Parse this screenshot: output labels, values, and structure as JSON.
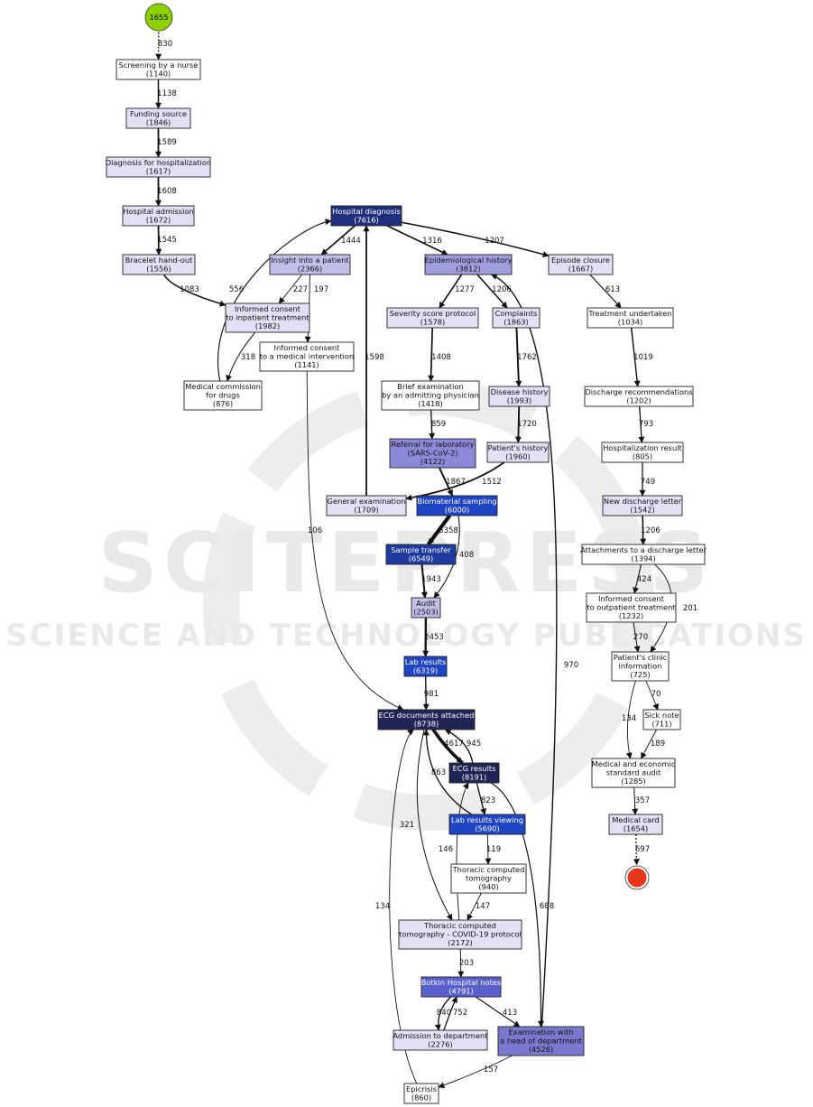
{
  "watermark": {
    "main": "SCITEPRESS",
    "sub": "SCIENCE AND TECHNOLOGY PUBLICATIONS"
  },
  "start_node": {
    "label": "1655",
    "color": "#8fd100"
  },
  "end_node": {
    "color": "#e8351e"
  },
  "nodes": [
    {
      "id": "screening",
      "lines": [
        "Screening by a nurse",
        "(1140)"
      ],
      "fill": "#ffffff",
      "text": "#111111"
    },
    {
      "id": "funding",
      "lines": [
        "Funding source",
        "(1846)"
      ],
      "fill": "#e2e0f4",
      "text": "#111111"
    },
    {
      "id": "diag-hosp",
      "lines": [
        "Diagnosis for hospitalization",
        "(1617)"
      ],
      "fill": "#e2e0f4",
      "text": "#111111"
    },
    {
      "id": "admission",
      "lines": [
        "Hospital admission",
        "(1672)"
      ],
      "fill": "#e2e0f4",
      "text": "#111111"
    },
    {
      "id": "bracelet",
      "lines": [
        "Bracelet hand-out",
        "(1556)"
      ],
      "fill": "#e2e0f4",
      "text": "#111111"
    },
    {
      "id": "hosp-diag",
      "lines": [
        "Hospital diagnosis",
        "(7616)"
      ],
      "fill": "#1f2f7d",
      "text": "#ffffff"
    },
    {
      "id": "insight",
      "lines": [
        "Insight into a patient",
        "(2366)"
      ],
      "fill": "#c2bfea",
      "text": "#111111"
    },
    {
      "id": "epid",
      "lines": [
        "Epidemiological history",
        "(3812)"
      ],
      "fill": "#a29fdf",
      "text": "#111111"
    },
    {
      "id": "episode",
      "lines": [
        "Episode closure",
        "(1667)"
      ],
      "fill": "#e2e0f4",
      "text": "#111111"
    },
    {
      "id": "consent-inp",
      "lines": [
        "Informed consent",
        "to inpatient treatment",
        "(1982)"
      ],
      "fill": "#e2e0f4",
      "text": "#111111"
    },
    {
      "id": "consent-med",
      "lines": [
        "Informed consent",
        "to a medical intervention",
        "(1141)"
      ],
      "fill": "#ffffff",
      "text": "#111111"
    },
    {
      "id": "med-comm",
      "lines": [
        "Medical commission",
        "for drugs",
        "(876)"
      ],
      "fill": "#ffffff",
      "text": "#111111"
    },
    {
      "id": "severity",
      "lines": [
        "Severity score protocol",
        "(1578)"
      ],
      "fill": "#e2e0f4",
      "text": "#111111"
    },
    {
      "id": "complaints",
      "lines": [
        "Complaints",
        "(1863)"
      ],
      "fill": "#e2e0f4",
      "text": "#111111"
    },
    {
      "id": "treatment",
      "lines": [
        "Treatment undertaken",
        "(1034)"
      ],
      "fill": "#ffffff",
      "text": "#111111"
    },
    {
      "id": "brief-exam",
      "lines": [
        "Brief examination",
        "by an admitting physician",
        "(1418)"
      ],
      "fill": "#ffffff",
      "text": "#111111"
    },
    {
      "id": "disease",
      "lines": [
        "Disease history",
        "(1993)"
      ],
      "fill": "#e2e0f4",
      "text": "#111111"
    },
    {
      "id": "discharge-rec",
      "lines": [
        "Discharge recommendations",
        "(1202)"
      ],
      "fill": "#ffffff",
      "text": "#111111"
    },
    {
      "id": "referral",
      "lines": [
        "Referral for laboratory",
        "(SARS-CoV-2)",
        "(4122)"
      ],
      "fill": "#8c89d8",
      "text": "#111111"
    },
    {
      "id": "patient-hist",
      "lines": [
        "Patient's history",
        "(1960)"
      ],
      "fill": "#e2e0f4",
      "text": "#111111"
    },
    {
      "id": "hosp-result",
      "lines": [
        "Hospitalization result",
        "(805)"
      ],
      "fill": "#ffffff",
      "text": "#111111"
    },
    {
      "id": "gen-exam",
      "lines": [
        "General examination",
        "(1709)"
      ],
      "fill": "#e2e0f4",
      "text": "#111111"
    },
    {
      "id": "biomat",
      "lines": [
        "Biomaterial sampling",
        "(6000)"
      ],
      "fill": "#1f44c6",
      "text": "#ffffff"
    },
    {
      "id": "new-disch",
      "lines": [
        "New discharge letter",
        "(1542)"
      ],
      "fill": "#e2e0f4",
      "text": "#111111"
    },
    {
      "id": "sample",
      "lines": [
        "Sample transfer",
        "(6549)"
      ],
      "fill": "#1f3a9e",
      "text": "#ffffff"
    },
    {
      "id": "attach",
      "lines": [
        "Attachments to a discharge letter",
        "(1394)"
      ],
      "fill": "#ffffff",
      "text": "#111111"
    },
    {
      "id": "consent-out",
      "lines": [
        "Informed consent",
        "to outpatient treatment",
        "(1232)"
      ],
      "fill": "#ffffff",
      "text": "#111111"
    },
    {
      "id": "audit",
      "lines": [
        "Audit",
        "(2503)"
      ],
      "fill": "#c2bfea",
      "text": "#111111"
    },
    {
      "id": "clinic-info",
      "lines": [
        "Patient's clinic",
        "information",
        "(725)"
      ],
      "fill": "#ffffff",
      "text": "#111111"
    },
    {
      "id": "lab-results",
      "lines": [
        "Lab results",
        "(6319)"
      ],
      "fill": "#1f44c6",
      "text": "#ffffff"
    },
    {
      "id": "sick-note",
      "lines": [
        "Sick note",
        "(711)"
      ],
      "fill": "#ffffff",
      "text": "#111111"
    },
    {
      "id": "ecg-docs",
      "lines": [
        "ECG documents attached",
        "(8738)"
      ],
      "fill": "#1f2554",
      "text": "#ffffff"
    },
    {
      "id": "ecg-results",
      "lines": [
        "ECG results",
        "(8191)"
      ],
      "fill": "#1f2554",
      "text": "#ffffff"
    },
    {
      "id": "audit-std",
      "lines": [
        "Medical and economic",
        "standard audit",
        "(1285)"
      ],
      "fill": "#ffffff",
      "text": "#111111"
    },
    {
      "id": "lab-view",
      "lines": [
        "Lab results viewing",
        "(5690)"
      ],
      "fill": "#1f44c6",
      "text": "#ffffff"
    },
    {
      "id": "med-card",
      "lines": [
        "Medical card",
        "(1654)"
      ],
      "fill": "#e2e0f4",
      "text": "#111111"
    },
    {
      "id": "thor-ct",
      "lines": [
        "Thoracic computed",
        "tomography",
        "(940)"
      ],
      "fill": "#ffffff",
      "text": "#111111"
    },
    {
      "id": "thor-covid",
      "lines": [
        "Thoracic computed",
        "tomography - COVID-19 protocol",
        "(2172)"
      ],
      "fill": "#e2e0f4",
      "text": "#111111"
    },
    {
      "id": "botkin",
      "lines": [
        "Botkin Hospital notes",
        "(4791)"
      ],
      "fill": "#5a5fce",
      "text": "#ffffff"
    },
    {
      "id": "admit-dept",
      "lines": [
        "Admission to department",
        "(2276)"
      ],
      "fill": "#e2e0f4",
      "text": "#111111"
    },
    {
      "id": "exam-head",
      "lines": [
        "Examination with",
        "a head of department",
        "(4526)"
      ],
      "fill": "#7b78d0",
      "text": "#111111"
    },
    {
      "id": "epicrisis",
      "lines": [
        "Epicrisis",
        "(860)"
      ],
      "fill": "#ffffff",
      "text": "#111111"
    }
  ],
  "edges": [
    {
      "from": "start",
      "to": "screening",
      "label": "830"
    },
    {
      "from": "screening",
      "to": "funding",
      "label": "1138"
    },
    {
      "from": "funding",
      "to": "diag-hosp",
      "label": "1589"
    },
    {
      "from": "diag-hosp",
      "to": "admission",
      "label": "1608"
    },
    {
      "from": "admission",
      "to": "bracelet",
      "label": "1545"
    },
    {
      "from": "bracelet",
      "to": "consent-inp",
      "label": "1083"
    },
    {
      "from": "med-comm",
      "to": "hosp-diag",
      "label": "556"
    },
    {
      "from": "consent-inp",
      "to": "med-comm",
      "label": "318"
    },
    {
      "from": "hosp-diag",
      "to": "insight",
      "label": "1444"
    },
    {
      "from": "insight",
      "to": "consent-inp",
      "label": "227"
    },
    {
      "from": "insight",
      "to": "consent-med",
      "label": "197"
    },
    {
      "from": "hosp-diag",
      "to": "epid",
      "label": "1316"
    },
    {
      "from": "hosp-diag",
      "to": "episode",
      "label": "1207"
    },
    {
      "from": "episode",
      "to": "treatment",
      "label": "613"
    },
    {
      "from": "epid",
      "to": "severity",
      "label": "1277"
    },
    {
      "from": "epid",
      "to": "complaints",
      "label": "1206"
    },
    {
      "from": "gen-exam",
      "to": "hosp-diag",
      "label": "1598"
    },
    {
      "from": "severity",
      "to": "brief-exam",
      "label": "1408"
    },
    {
      "from": "complaints",
      "to": "disease",
      "label": "1762"
    },
    {
      "from": "treatment",
      "to": "discharge-rec",
      "label": "1019"
    },
    {
      "from": "brief-exam",
      "to": "referral",
      "label": "859"
    },
    {
      "from": "disease",
      "to": "patient-hist",
      "label": "1720"
    },
    {
      "from": "discharge-rec",
      "to": "hosp-result",
      "label": "793"
    },
    {
      "from": "referral",
      "to": "biomat",
      "label": "1867"
    },
    {
      "from": "patient-hist",
      "to": "gen-exam",
      "label": "1512"
    },
    {
      "from": "hosp-result",
      "to": "new-disch",
      "label": "749"
    },
    {
      "from": "consent-med",
      "to": "ecg-docs",
      "label": "106"
    },
    {
      "from": "biomat",
      "to": "sample",
      "label": "5358"
    },
    {
      "from": "biomat",
      "to": "audit",
      "label": "408"
    },
    {
      "from": "new-disch",
      "to": "attach",
      "label": "1206"
    },
    {
      "from": "sample",
      "to": "audit",
      "label": "1943"
    },
    {
      "from": "attach",
      "to": "consent-out",
      "label": "424"
    },
    {
      "from": "attach",
      "to": "clinic-info",
      "label": "201"
    },
    {
      "from": "consent-out",
      "to": "clinic-info",
      "label": "270"
    },
    {
      "from": "audit",
      "to": "lab-results",
      "label": "2453"
    },
    {
      "from": "clinic-info",
      "to": "sick-note",
      "label": "70"
    },
    {
      "from": "clinic-info",
      "to": "audit-std",
      "label": "134"
    },
    {
      "from": "exam-head",
      "to": "epid",
      "label": "970"
    },
    {
      "from": "lab-results",
      "to": "ecg-docs",
      "label": "981"
    },
    {
      "from": "ecg-docs",
      "to": "ecg-results",
      "label": "4617"
    },
    {
      "from": "ecg-results",
      "to": "ecg-docs",
      "label": "945"
    },
    {
      "from": "sick-note",
      "to": "audit-std",
      "label": "189"
    },
    {
      "from": "lab-view",
      "to": "ecg-docs",
      "label": "863"
    },
    {
      "from": "ecg-results",
      "to": "lab-view",
      "label": "823"
    },
    {
      "from": "audit-std",
      "to": "med-card",
      "label": "357"
    },
    {
      "from": "ecg-docs",
      "to": "thor-covid",
      "label": "321"
    },
    {
      "from": "lab-view",
      "to": "thor-ct",
      "label": "119"
    },
    {
      "from": "thor-covid",
      "to": "ecg-results",
      "label": "146"
    },
    {
      "from": "med-card",
      "to": "end",
      "label": "697"
    },
    {
      "from": "epicrisis",
      "to": "ecg-docs",
      "label": "134"
    },
    {
      "from": "thor-ct",
      "to": "thor-covid",
      "label": "147"
    },
    {
      "from": "ecg-results",
      "to": "exam-head",
      "label": "688"
    },
    {
      "from": "thor-covid",
      "to": "botkin",
      "label": "203"
    },
    {
      "from": "botkin",
      "to": "exam-head",
      "label": "413"
    },
    {
      "from": "botkin",
      "to": "admit-dept",
      "label": "840"
    },
    {
      "from": "admit-dept",
      "to": "botkin",
      "label": "752"
    },
    {
      "from": "exam-head",
      "to": "epicrisis",
      "label": "157"
    }
  ]
}
